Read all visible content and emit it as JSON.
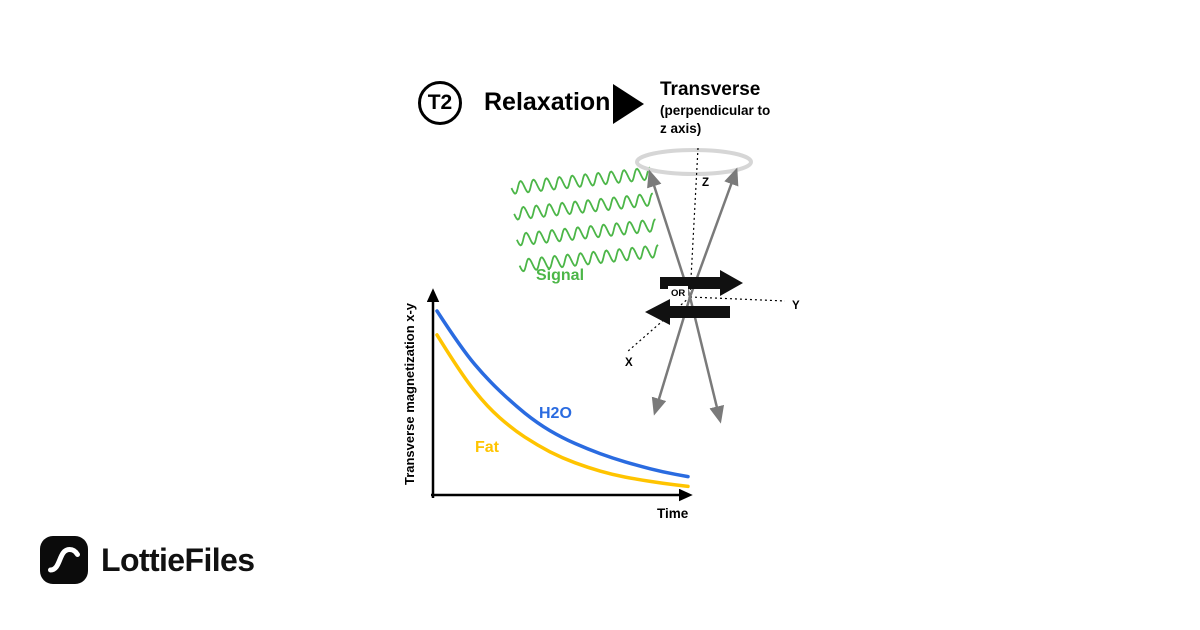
{
  "header": {
    "badge": "T2",
    "process": "Relaxation",
    "result": "Transverse",
    "result_note": "(perpendicular to z axis)"
  },
  "diagram": {
    "signal_label": "Signal",
    "or_label": "OR",
    "axis_z": "Z",
    "axis_y": "Y",
    "axis_x": "X",
    "colors": {
      "signal_green": "#4CB648",
      "axis_gray": "#7a7a7a",
      "ellipse_gray": "#d6d6d6"
    }
  },
  "chart_data": {
    "type": "line",
    "title": "",
    "xlabel": "Time",
    "ylabel": "Transverse magnetization x-y",
    "x": [
      0,
      1,
      2,
      3,
      4,
      5,
      6,
      7,
      8,
      9,
      10
    ],
    "series": [
      {
        "name": "H2O",
        "color": "#2A6BE0",
        "values": [
          1.0,
          0.79,
          0.63,
          0.5,
          0.39,
          0.31,
          0.25,
          0.2,
          0.16,
          0.125,
          0.1
        ]
      },
      {
        "name": "Fat",
        "color": "#FFC400",
        "values": [
          0.87,
          0.65,
          0.48,
          0.36,
          0.27,
          0.2,
          0.15,
          0.11,
          0.085,
          0.063,
          0.047
        ]
      }
    ],
    "ylim": [
      0,
      1
    ],
    "grid": false,
    "legend_position": "inline-labels"
  },
  "brand": {
    "name": "LottieFiles"
  }
}
